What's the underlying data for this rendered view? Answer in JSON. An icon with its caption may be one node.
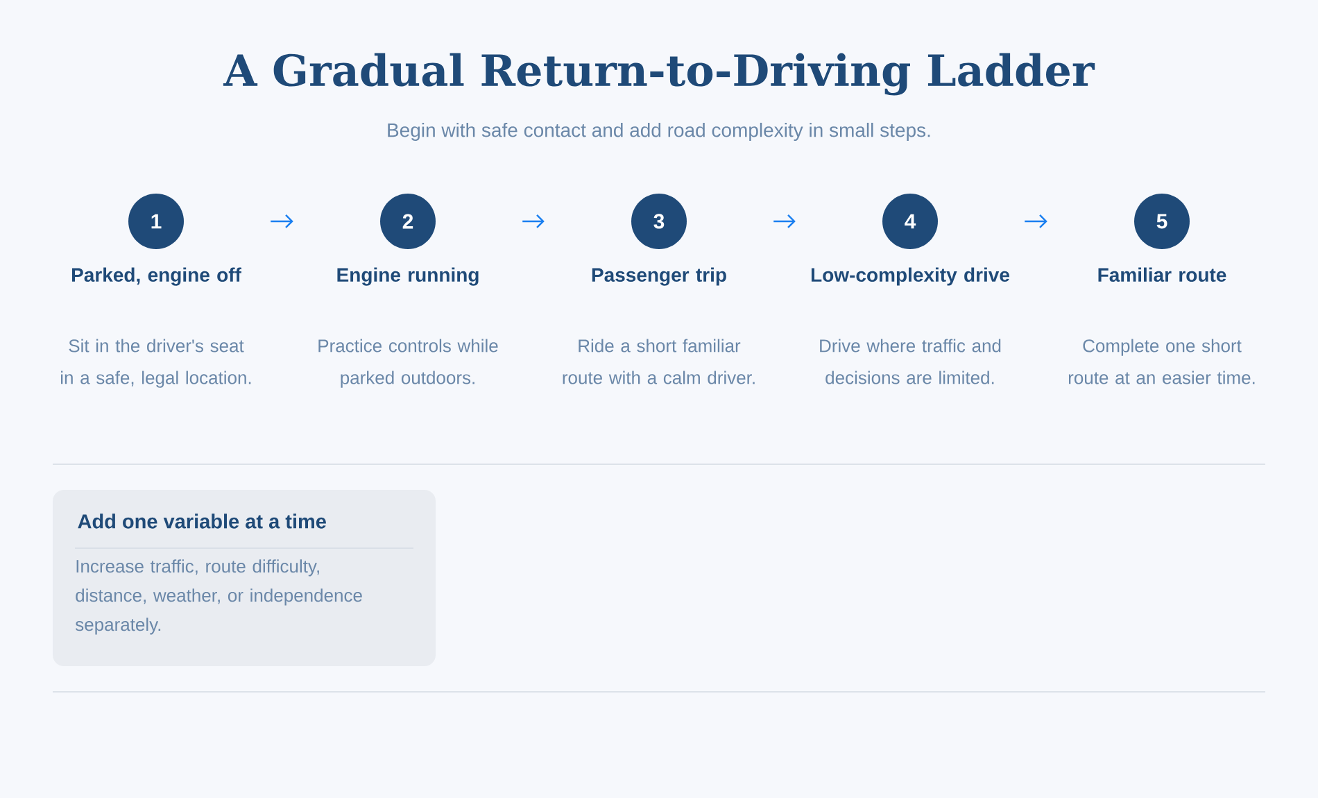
{
  "diagram": {
    "title": "A Gradual Return-to-Driving Ladder",
    "caption": "Begin with safe contact and add road complexity in small steps.",
    "nodes": [
      {
        "text": [
          "1",
          "Parked, engine off",
          "Sit in the driver's seat in a safe, legal location."
        ]
      },
      {
        "text": [
          "2",
          "Engine running",
          "Practice controls while parked outdoors."
        ]
      },
      {
        "text": [
          "3",
          "Passenger trip",
          "Ride a short familiar route with a calm driver."
        ]
      },
      {
        "text": [
          "4",
          "Low-complexity drive",
          "Drive where traffic and decisions are limited."
        ]
      },
      {
        "text": [
          "5",
          "Familiar route",
          "Complete one short route at an easier time."
        ]
      },
      {
        "text": [
          "Add one variable at a time",
          "Increase traffic, route difficulty, distance, weather, or independence separately."
        ]
      }
    ],
    "edges": [
      {
        "from": 0,
        "to": 1,
        "arrow": "to"
      },
      {
        "from": 1,
        "to": 2,
        "arrow": "to"
      },
      {
        "from": 2,
        "to": 3,
        "arrow": "to"
      },
      {
        "from": 3,
        "to": 4,
        "arrow": "to"
      }
    ]
  }
}
